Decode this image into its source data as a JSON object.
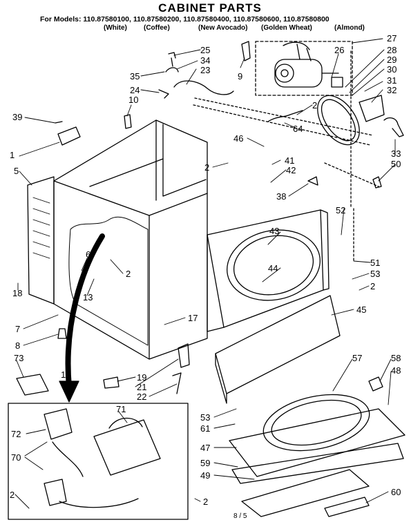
{
  "title": "CABINET PARTS",
  "models_line": "For Models: 110.87580100, 110.87580200, 110.87580400, 110.87580600, 110.87580800",
  "colors": [
    "(White)",
    "(Coffee)",
    "(New Avocado)",
    "(Golden Wheat)",
    "(Almond)"
  ],
  "callouts": [
    "25",
    "34",
    "23",
    "35",
    "24",
    "10",
    "9",
    "27",
    "26",
    "28",
    "29",
    "30",
    "31",
    "32",
    "2",
    "64",
    "39",
    "1",
    "5",
    "46",
    "2",
    "41",
    "42",
    "33",
    "50",
    "38",
    "52",
    "43",
    "44",
    "51",
    "53",
    "2",
    "6",
    "2",
    "13",
    "18",
    "7",
    "17",
    "45",
    "8",
    "73",
    "16",
    "19",
    "21",
    "22",
    "57",
    "58",
    "48",
    "71",
    "72",
    "70",
    "53",
    "61",
    "47",
    "59",
    "49",
    "2",
    "2",
    "60"
  ],
  "page_number": "8 / 5"
}
